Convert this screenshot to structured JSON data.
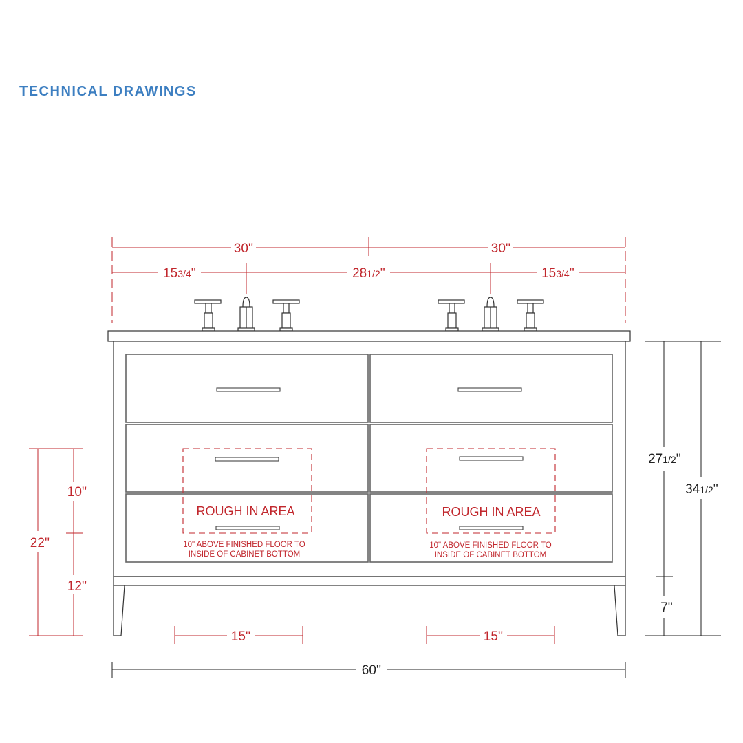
{
  "header": {
    "title": "TECHNICAL DRAWINGS"
  },
  "dimensions": {
    "top_left_half": "30''",
    "top_right_half": "30''",
    "left_faucet": {
      "whole": "15",
      "fraction": "3/4",
      "unit": "''"
    },
    "center_span": {
      "whole": "28",
      "fraction": "1/2",
      "unit": "''"
    },
    "right_faucet": {
      "whole": "15",
      "fraction": "3/4",
      "unit": "''"
    },
    "cabinet_height": {
      "whole": "27",
      "fraction": "1/2",
      "unit": "''"
    },
    "total_height": {
      "whole": "34",
      "fraction": "1/2",
      "unit": "''"
    },
    "leg_height": "7''",
    "rough_total": "22''",
    "rough_upper": "10''",
    "rough_lower": "12''",
    "rough_width_left": "15''",
    "rough_width_right": "15''",
    "overall_width": "60''"
  },
  "rough_in": {
    "label": "ROUGH IN AREA",
    "note_line1": "10\" ABOVE FINISHED FLOOR TO",
    "note_line2": "INSIDE OF CABINET BOTTOM"
  },
  "colors": {
    "heading": "#3d7fc1",
    "dimension": "#c1272d",
    "outline": "#333333"
  }
}
